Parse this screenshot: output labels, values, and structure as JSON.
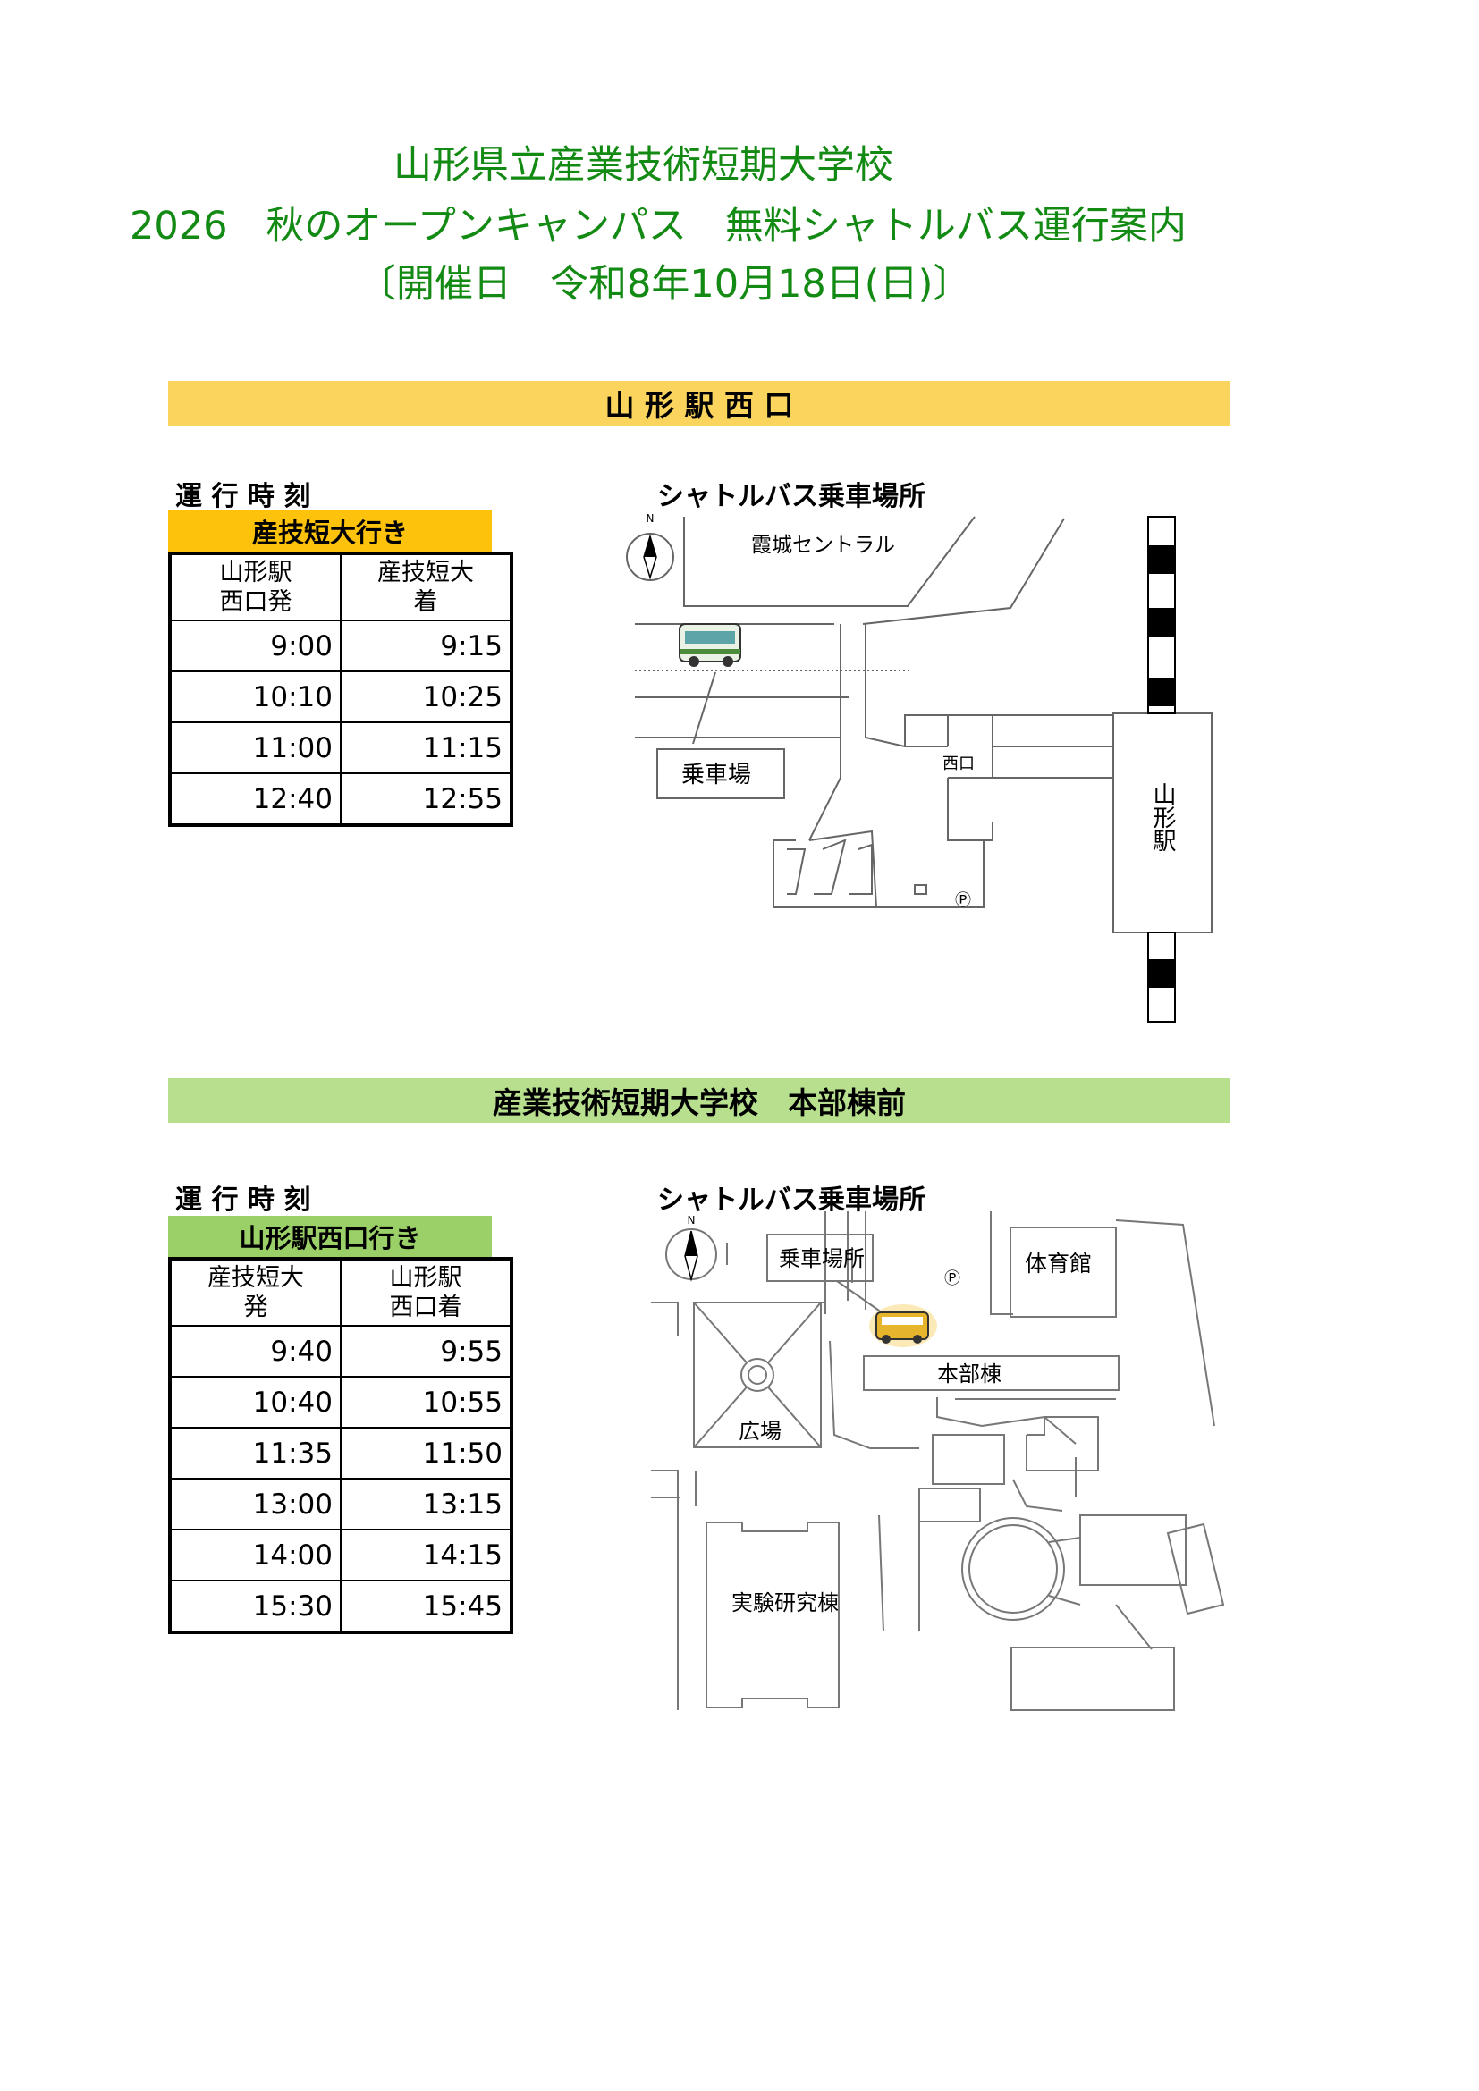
{
  "header": {
    "line1": "山形県立産業技術短期大学校",
    "line2": "2026　秋のオープンキャンパス　無料シャトルバス運行案内",
    "line3": "〔開催日　令和8年10月18日(日)〕"
  },
  "section1": {
    "band": "山 形 駅 西 口",
    "timetable_label": "運 行 時 刻",
    "map_label": "シャトルバス乗車場所",
    "direction": "産技短大行き",
    "col1": "山形駅\n西口発",
    "col2": "産技短大\n着",
    "rows": [
      [
        "9:00",
        "9:15"
      ],
      [
        "10:10",
        "10:25"
      ],
      [
        "11:00",
        "11:15"
      ],
      [
        "12:40",
        "12:55"
      ]
    ],
    "map": {
      "compass_n": "N",
      "building": "霞城セントラル",
      "stop": "乗車場",
      "exit": "西口",
      "station": "山形駅",
      "parking": "Ⓟ"
    }
  },
  "section2": {
    "band": "産業技術短期大学校　本部棟前",
    "timetable_label": "運 行 時 刻",
    "map_label": "シャトルバス乗車場所",
    "direction": "山形駅西口行き",
    "col1": "産技短大\n発",
    "col2": "山形駅\n西口着",
    "rows": [
      [
        "9:40",
        "9:55"
      ],
      [
        "10:40",
        "10:55"
      ],
      [
        "11:35",
        "11:50"
      ],
      [
        "13:00",
        "13:15"
      ],
      [
        "14:00",
        "14:15"
      ],
      [
        "15:30",
        "15:45"
      ]
    ],
    "map": {
      "compass_n": "N",
      "stop": "乗車場所",
      "parking": "Ⓟ",
      "gym": "体育館",
      "main": "本部棟",
      "plaza": "広場",
      "lab": "実験研究棟"
    }
  },
  "colors": {
    "title_green": "#138a13",
    "band1": "#fbd45d",
    "band2": "#b7df8e",
    "head1": "#fdc20c",
    "head2": "#9ad067"
  }
}
